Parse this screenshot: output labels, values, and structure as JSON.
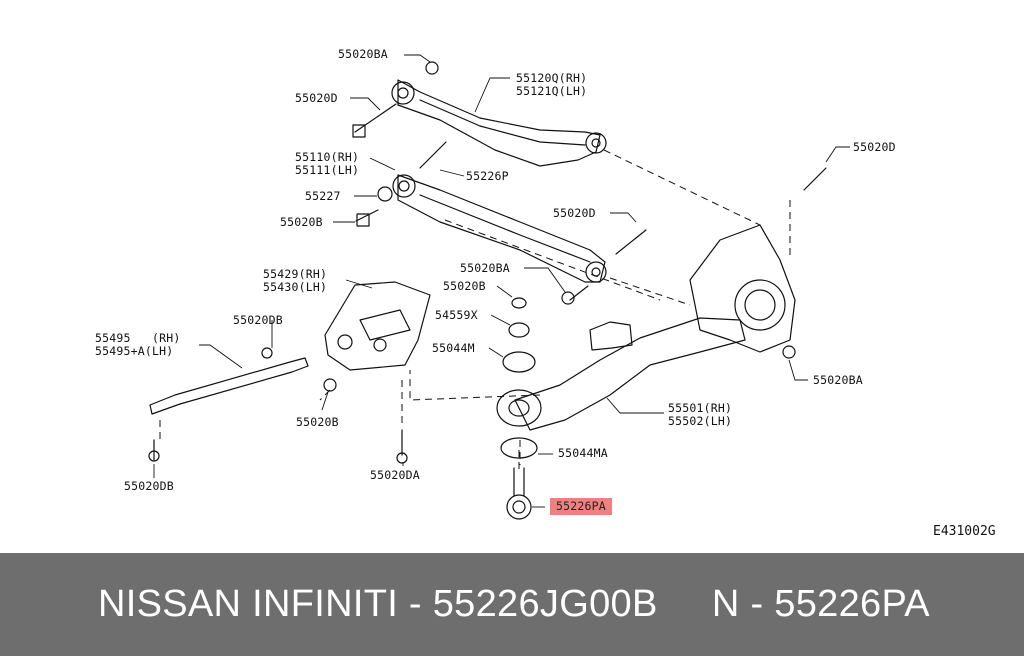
{
  "diagram": {
    "labels": {
      "p55020BA_top": "55020BA",
      "p55020D_left": "55020D",
      "p55120Q": "55120Q(RH)\n55121Q(LH)",
      "p55110": "55110(RH)\n55111(LH)",
      "p55226P": "55226P",
      "p55227": "55227",
      "p55020B_left": "55020B",
      "p55020D_mid": "55020D",
      "p55020D_right": "55020D",
      "p55020BA_mid": "55020BA",
      "p55429": "55429(RH)\n55430(LH)",
      "p55020B_mid": "55020B",
      "p54559X": "54559X",
      "p55044M": "55044M",
      "p55495": "55495   (RH)\n55495+A(LH)",
      "p55020DB_top": "55020DB",
      "p55020BA_right": "55020BA",
      "p55501": "55501(RH)\n55502(LH)",
      "p55020B_low": "55020B",
      "p55044MA": "55044MA",
      "p55020DA": "55020DA",
      "p55020DB_bottom": "55020DB",
      "p55226PA": "55226PA"
    },
    "figure_code": "E431002G",
    "highlight_color": "#f08080"
  },
  "footer": {
    "text": "NISSAN INFINITI - 55226JG00B     N - 55226PA",
    "background": "#6e6e6e"
  }
}
